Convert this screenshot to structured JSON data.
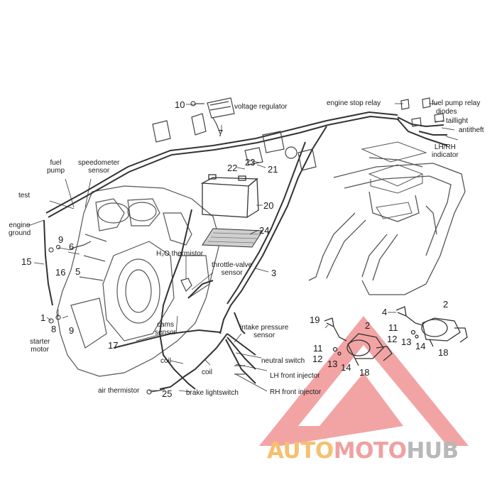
{
  "labels": {
    "voltage_regulator": "voltage regulator",
    "engine_stop_relay": "engine stop relay",
    "fuel_pump_relay": "fuel pump relay",
    "diodes": "diodes",
    "taillight": "taillight",
    "antitheft": "antitheft",
    "lh_rh_indicator": "LH/RH\nindicator",
    "fuel_pump": "fuel\npump",
    "speedometer_sensor": "speedometer\nsensor",
    "test": "test",
    "engine_ground": "engine\nground",
    "h2o_thermistor": "H₂O thermistor",
    "throttle_valve_sensor": "throttle-valve\nsensor",
    "cams_sensor": "cams\nsensor",
    "starter_motor": "starter\nmotor",
    "intake_pressure_sensor": "intake pressure\nsensor",
    "neutral_switch": "neutral switch",
    "coil_1": "coil",
    "coil_2": "coil",
    "lh_front_injector": "LH front injector",
    "rh_front_injector": "RH front injector",
    "air_thermistor": "air thermistor",
    "brake_lightswitch": "brake lightswitch"
  },
  "part_numbers": {
    "n10": "10",
    "n7": "7",
    "n23": "23",
    "n22": "22",
    "n21": "21",
    "n20": "20",
    "n24": "24",
    "n3": "3",
    "n9a": "9",
    "n6": "6",
    "n16": "16",
    "n5": "5",
    "n15": "15",
    "n1": "1",
    "n8": "8",
    "n9b": "9",
    "n17": "17",
    "n25": "25",
    "n19": "19",
    "n2a": "2",
    "n11a": "11",
    "n12a": "12",
    "n13a": "13",
    "n14a": "14",
    "n18a": "18",
    "n4": "4",
    "n2b": "2",
    "n11b": "11",
    "n12b": "12",
    "n13b": "13",
    "n14b": "14",
    "n18b": "18"
  },
  "watermark": {
    "part1": "AUTO",
    "part2": "MOTO",
    "part3": "HUB",
    "logo_color": "#e85a5a"
  }
}
